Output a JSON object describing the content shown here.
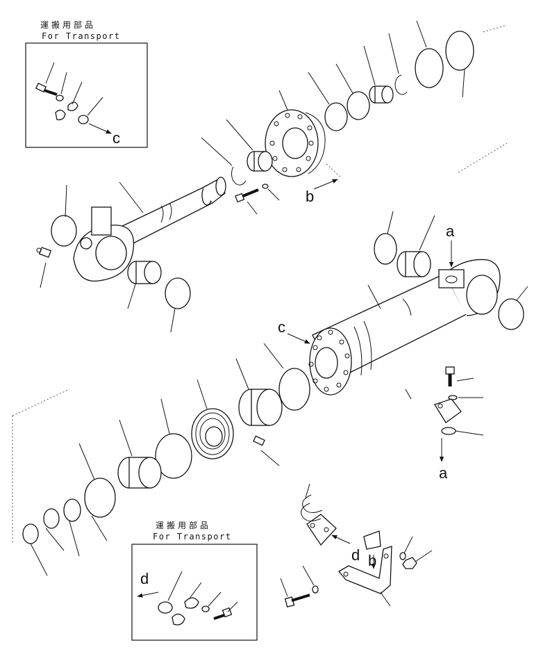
{
  "transport_box_top": {
    "title_jp": "運搬用部品",
    "title_en": "For Transport",
    "arrow_label": "c"
  },
  "transport_box_bottom": {
    "title_jp": "運搬用部品",
    "title_en": "For Transport",
    "arrow_label": "d"
  },
  "reference_labels": {
    "a_top": "a",
    "a_bottom": "a",
    "b_upper": "b",
    "b_lower": "b",
    "c_cylinder": "c",
    "d_bracket": "d"
  }
}
